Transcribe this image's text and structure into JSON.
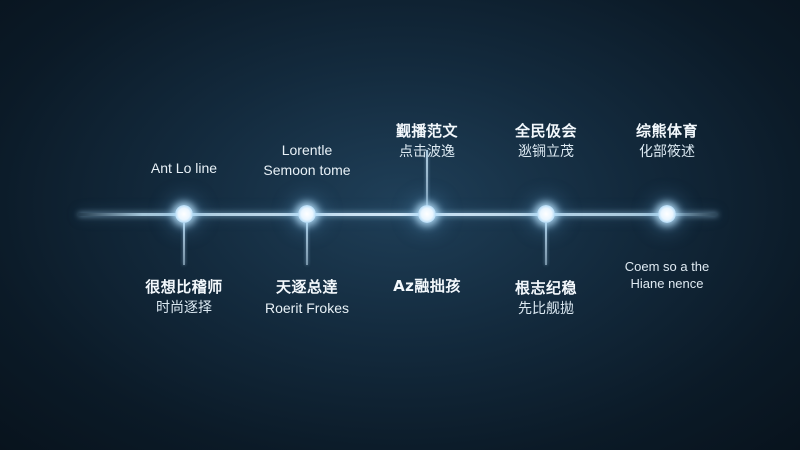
{
  "timeline": {
    "milestones": [
      {
        "above": [
          "Ant Lo line"
        ],
        "below": [
          "很想比稽师",
          "时尚逐择"
        ]
      },
      {
        "above": [
          "Lorentle",
          "Semoon tome"
        ],
        "below": [
          "天逐总逹",
          "Roerit Frokes"
        ]
      },
      {
        "above": [
          "觐播范文",
          "点击波逸"
        ],
        "below": [
          "Az融拙孩"
        ]
      },
      {
        "above": [
          "全民伋会",
          "逖锎立茂"
        ],
        "below": [
          "根志纪稳",
          "先比舰拋"
        ]
      },
      {
        "above": [
          "综熊体育",
          "化部筱述"
        ],
        "below": [
          "Coem so a the",
          "Hiane nence"
        ]
      }
    ]
  }
}
